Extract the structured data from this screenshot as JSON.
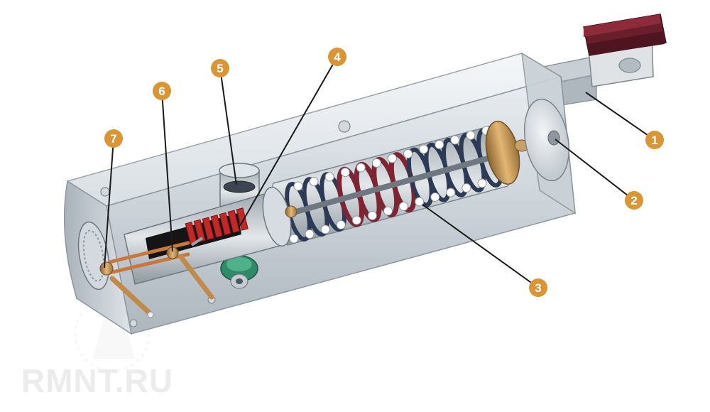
{
  "callouts": [
    {
      "label": "1",
      "target": "mounting-rail"
    },
    {
      "label": "2",
      "target": "end-cap-adjuster"
    },
    {
      "label": "3",
      "target": "compression-spring"
    },
    {
      "label": "4",
      "target": "piston-rack"
    },
    {
      "label": "5",
      "target": "pinion-gear"
    },
    {
      "label": "6",
      "target": "valve-channels"
    },
    {
      "label": "7",
      "target": "regulating-valve"
    }
  ],
  "watermark": {
    "text": "RMNT.RU"
  },
  "colors": {
    "callout": "#d99536",
    "housing": "#cfd6dc",
    "spring_red": "#7e2534",
    "spring_dark": "#2d3a55",
    "rack_red": "#c0292a",
    "pinion_green": "#2e8a6a",
    "brass": "#b98a4a"
  }
}
